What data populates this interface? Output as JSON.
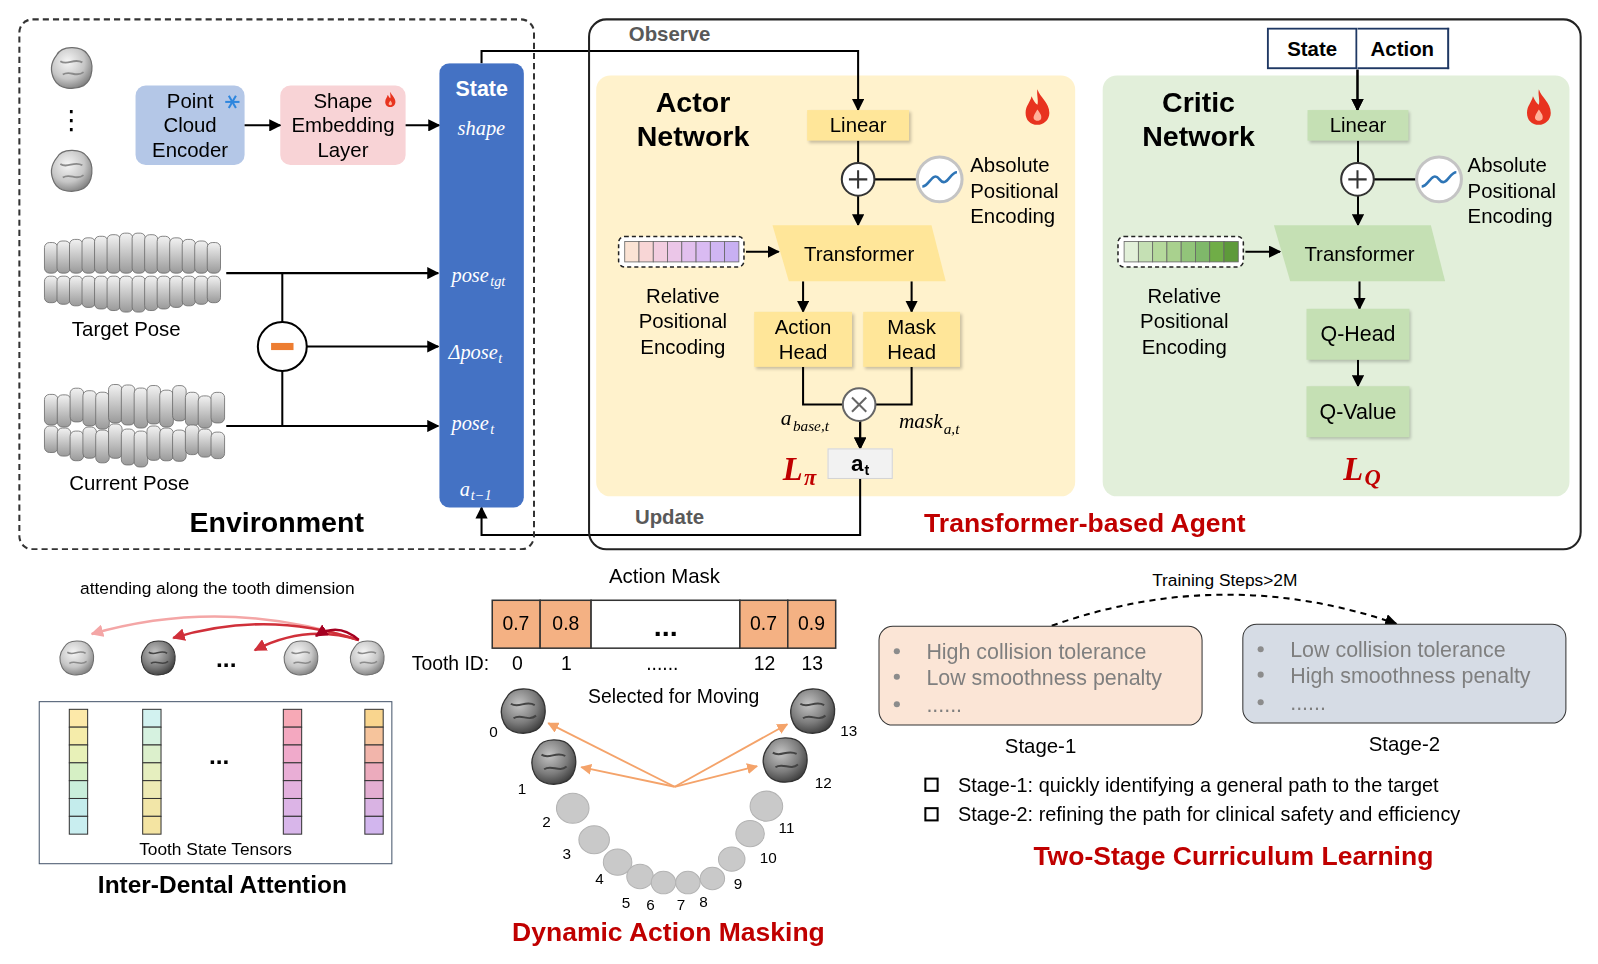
{
  "diagram": {
    "nodes": [
      {
        "text": [
          "Environment"
        ]
      },
      {
        "text": [
          "Point Cloud Encoder"
        ],
        "in": 0
      },
      {
        "text": [
          "Shape Embedding Layer"
        ],
        "in": 0
      },
      {
        "text": [
          "State",
          "shape",
          "pose",
          "tgt",
          "Δpose",
          "t",
          "pose",
          "t",
          "a",
          "t−1"
        ],
        "in": 0
      },
      {
        "text": [
          "Transformer-based Agent"
        ]
      },
      {
        "text": [
          "Actor Network"
        ],
        "in": 4
      },
      {
        "text": [
          "Linear"
        ],
        "in": 5
      },
      {
        "text": [
          "Transformer"
        ],
        "in": 5
      },
      {
        "text": [
          "Action Head"
        ],
        "in": 5
      },
      {
        "text": [
          "Mask Head"
        ],
        "in": 5
      },
      {
        "text": [
          "a",
          "t"
        ],
        "in": 5
      },
      {
        "text": [
          "State"
        ],
        "in": 4
      },
      {
        "text": [
          "Action"
        ],
        "in": 4
      },
      {
        "text": [
          "Critic Network"
        ],
        "in": 4
      },
      {
        "text": [
          "Linear"
        ],
        "in": 13
      },
      {
        "text": [
          "Transformer"
        ],
        "in": 13
      },
      {
        "text": [
          "Q-Head"
        ],
        "in": 13
      },
      {
        "text": [
          "Q-Value"
        ],
        "in": 13
      },
      {
        "text": [
          "Tooth State Tensors"
        ]
      },
      {
        "text": [
          "High collision tolerance",
          "Low smoothness penalty",
          "......",
          "Stage-1"
        ]
      },
      {
        "text": [
          "Low collision tolerance",
          "High smoothness penalty",
          "......",
          "Stage-2"
        ]
      }
    ],
    "edges": [
      {
        "from": 1,
        "to": 2,
        "arrow": "to"
      },
      {
        "from": 2,
        "to": 3,
        "arrow": "to"
      },
      {
        "from": 3,
        "to": 6,
        "label": "Observe",
        "arrow": "to"
      },
      {
        "from": 10,
        "to": 3,
        "label": "Update",
        "arrow": "to"
      },
      {
        "from": 6,
        "to": 7,
        "arrow": "to"
      },
      {
        "from": 7,
        "to": 8,
        "arrow": "to"
      },
      {
        "from": 7,
        "to": 9,
        "arrow": "to"
      },
      {
        "from": 8,
        "to": 10,
        "arrow": "to"
      },
      {
        "from": 9,
        "to": 10,
        "arrow": "to"
      },
      {
        "from": 11,
        "to": 14,
        "arrow": "to"
      },
      {
        "from": 12,
        "to": 14,
        "arrow": "to"
      },
      {
        "from": 14,
        "to": 15,
        "arrow": "to"
      },
      {
        "from": 15,
        "to": 16,
        "arrow": "to"
      },
      {
        "from": 16,
        "to": 17,
        "arrow": "to"
      },
      {
        "from": 19,
        "to": 20,
        "label": "Training Steps>2M",
        "arrow": "to"
      }
    ],
    "labels": [
      "⋮",
      "Target Pose",
      "Current Pose",
      "Absolute Positional Encoding",
      "Relative Positional Encoding",
      "a",
      "base,t",
      "mask",
      "a,t",
      "L",
      "π",
      "Absolute Positional Encoding",
      "Relative Positional Encoding",
      "L",
      "Q",
      "attending along the tooth dimension",
      "...",
      "Inter-Dental Attention",
      "Action Mask",
      "0.7",
      "0.8",
      "...",
      "0.7",
      "0.9",
      "Tooth ID:",
      "0",
      "1",
      "......",
      "12",
      "13",
      "Selected for Moving",
      "0",
      "1",
      "2",
      "3",
      "4",
      "5",
      "6",
      "7",
      "8",
      "9",
      "10",
      "11",
      "12",
      "13",
      "Dynamic Action Masking",
      "Stage-1: quickly identifying a general path to the target",
      "Stage-2: refining the path for clinical safety and efficiency",
      "Two-Stage Curriculum Learning",
      "..."
    ]
  }
}
